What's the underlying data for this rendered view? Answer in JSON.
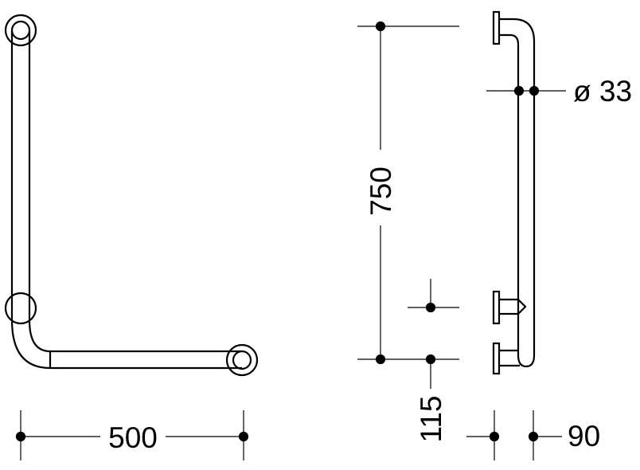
{
  "dimensions": {
    "width": "500",
    "height": "750",
    "bracket_offset": "115",
    "projection": "90",
    "diameter": "ø 33"
  },
  "colors": {
    "stroke": "#000000",
    "background": "#ffffff"
  }
}
